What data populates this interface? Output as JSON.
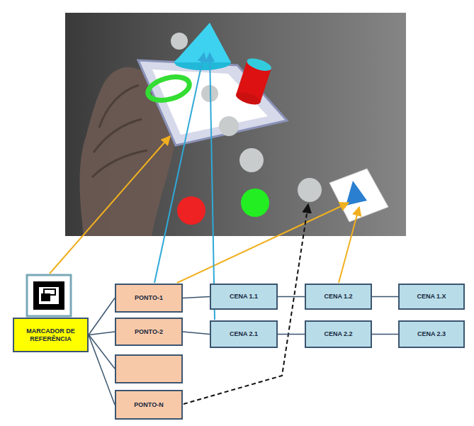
{
  "diagram": {
    "nodes": [
      {
        "text": [
          "MARCADOR DE REFERÊNCIA"
        ]
      },
      {
        "text": [
          "PONTO-1"
        ]
      },
      {
        "text": [
          "CENA 1.1"
        ]
      },
      {
        "text": [
          "CENA 1.2"
        ]
      },
      {
        "text": [
          "CENA 1.X"
        ]
      },
      {
        "text": [
          "PONTO-2"
        ]
      },
      {
        "text": [
          "CENA 2.1"
        ]
      },
      {
        "text": [
          "CENA 2.2"
        ]
      },
      {
        "text": [
          "CENA 2.3"
        ]
      },
      {
        "text": [
          "PONTO-N"
        ]
      }
    ],
    "edges": [
      {
        "from": 0,
        "to": 1,
        "arrow": "none"
      },
      {
        "from": 0,
        "to": 5,
        "arrow": "none"
      },
      {
        "from": 0,
        "to": 9,
        "arrow": "none"
      },
      {
        "from": 1,
        "to": 2,
        "arrow": "none"
      },
      {
        "from": 2,
        "to": 3,
        "arrow": "none"
      },
      {
        "from": 3,
        "to": 4,
        "arrow": "none"
      },
      {
        "from": 5,
        "to": 6,
        "arrow": "none"
      },
      {
        "from": 6,
        "to": 7,
        "arrow": "none"
      },
      {
        "from": 7,
        "to": 8,
        "arrow": "none"
      }
    ]
  }
}
